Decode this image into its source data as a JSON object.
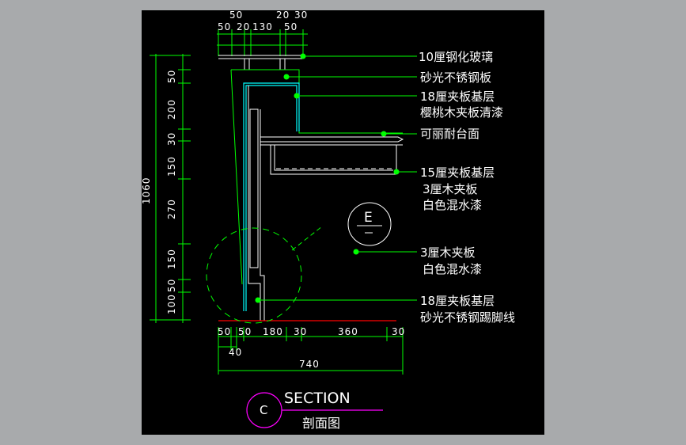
{
  "dims": {
    "top_row1": [
      "50",
      "20",
      "30"
    ],
    "top_row2": [
      "50",
      "20",
      "130",
      "50"
    ],
    "left_total": "1060",
    "left": [
      "50",
      "200",
      "30",
      "150",
      "270",
      "150",
      "50",
      "100"
    ],
    "bottom_row1": [
      "50",
      "50",
      "180",
      "30",
      "360",
      "30"
    ],
    "bottom_row2": "40",
    "bottom_total": "740"
  },
  "labels": [
    {
      "text": "10厘钢化玻璃"
    },
    {
      "text": "砂光不锈钢板"
    },
    {
      "text": "18厘夹板基层"
    },
    {
      "text": "樱桃木夹板清漆"
    },
    {
      "text": "可丽耐台面"
    },
    {
      "text": "15厘夹板基层"
    },
    {
      "text": "3厘木夹板"
    },
    {
      "text": "白色混水漆"
    },
    {
      "text": "3厘木夹板"
    },
    {
      "text": "白色混水漆"
    },
    {
      "text": "18厘夹板基层"
    },
    {
      "text": "砂光不锈钢踢脚线"
    }
  ],
  "detail_marker": "E",
  "section_marker": "C",
  "section_title": "SECTION",
  "section_subtitle": "剖面图",
  "colors": {
    "line": "#00ff00",
    "text": "#ffffff",
    "accent": "#00ffff",
    "marker": "#ff00ff",
    "floor": "#ff0000"
  }
}
